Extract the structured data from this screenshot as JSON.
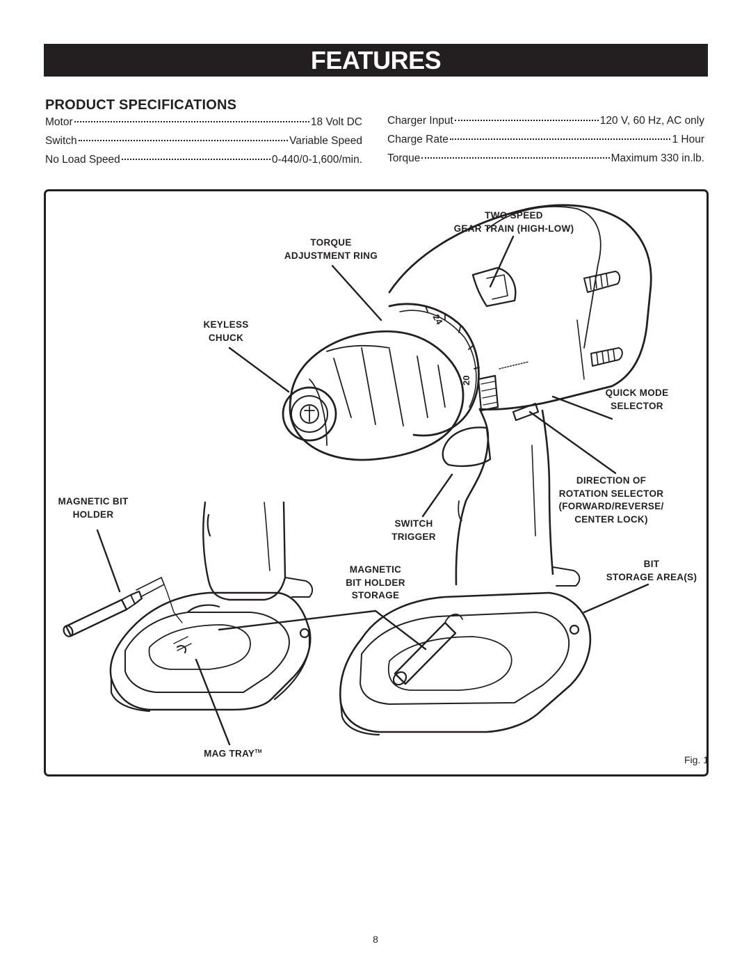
{
  "header": {
    "title": "FEATURES"
  },
  "specs": {
    "title": "PRODUCT SPECIFICATIONS",
    "left": [
      {
        "label": "Motor",
        "value": "18 Volt DC"
      },
      {
        "label": "Switch",
        "value": "Variable Speed"
      },
      {
        "label": "No Load Speed",
        "value": "0-440/0-1,600/min."
      }
    ],
    "right": [
      {
        "label": "Charger Input",
        "value": "120 V, 60 Hz, AC only"
      },
      {
        "label": "Charge Rate",
        "value": "1 Hour"
      },
      {
        "label": "Torque",
        "value": "Maximum 330 in.lb."
      }
    ]
  },
  "figure": {
    "labels": {
      "two_speed": [
        "TWO SPEED",
        "GEAR TRAIN (HIGH-LOW)"
      ],
      "torque_ring": [
        "TORQUE",
        "ADJUSTMENT RING"
      ],
      "keyless_chuck": [
        "KEYLESS",
        "CHUCK"
      ],
      "quick_mode": [
        "QUICK MODE",
        "SELECTOR"
      ],
      "direction": [
        "DIRECTION OF",
        "ROTATION SELECTOR",
        "(FORWARD/REVERSE/",
        "CENTER LOCK)"
      ],
      "magnetic_bit_holder": [
        "MAGNETIC BIT",
        "HOLDER"
      ],
      "switch_trigger": [
        "SWITCH",
        "TRIGGER"
      ],
      "magnetic_storage": [
        "MAGNETIC",
        "BIT HOLDER",
        "STORAGE"
      ],
      "bit_storage": [
        "BIT",
        "STORAGE AREA(S)"
      ],
      "mag_tray": "MAG TRAY",
      "mag_tray_tm": "TM",
      "dial_number": "20",
      "dial_number_2": "24"
    },
    "caption": "Fig. 1"
  },
  "page_number": "8"
}
